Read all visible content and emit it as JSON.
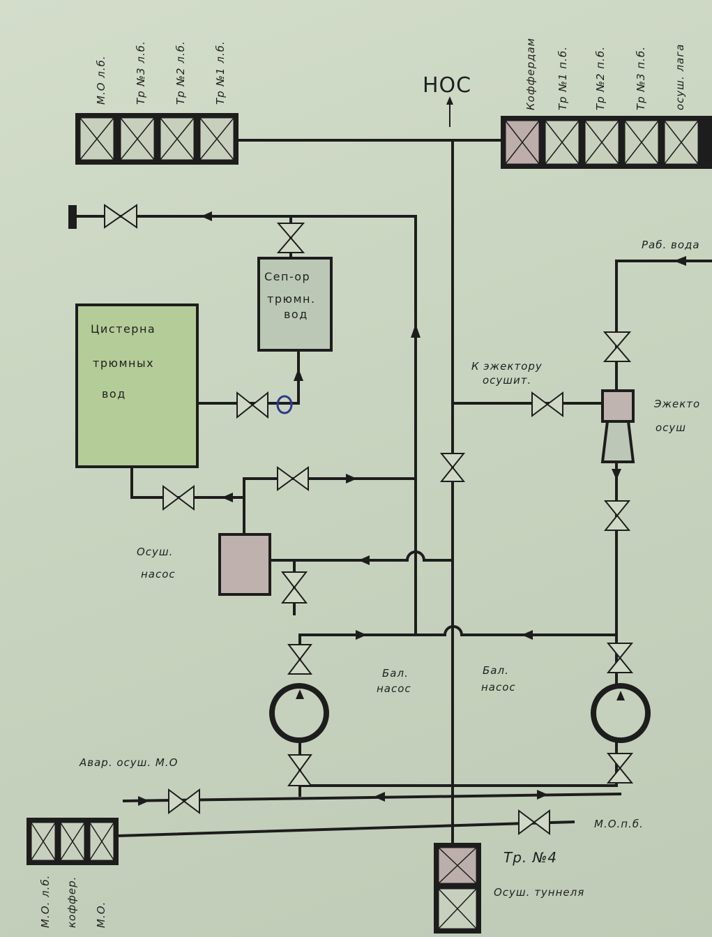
{
  "labels": {
    "bow": "НОС",
    "top_left_tanks": [
      "М.О л.б.",
      "Тр №3 л.б.",
      "Тр №2 л.б.",
      "Тр №1 л.б."
    ],
    "top_right_tanks": [
      "Коффердам",
      "Тр №1 п.б.",
      "Тр №2 п.б.",
      "Тр №3 п.б.",
      "осуш. лага"
    ],
    "bilge_tank": [
      "Цистерна",
      "трюмных",
      "вод"
    ],
    "separator": [
      "Сеп-ор",
      "трюмн.",
      "вод"
    ],
    "to_ejector": [
      "К эжектору",
      "осушит."
    ],
    "working_water": "Раб. вода",
    "ejector": [
      "Эжекто",
      "осуш"
    ],
    "drain_pump": [
      "Осуш.",
      "насос"
    ],
    "ballast_pump_left": [
      "Бал.",
      "насос"
    ],
    "ballast_pump_right": [
      "Бал.",
      "насос"
    ],
    "emergency_drain": "Авар. осуш. М.О",
    "engine_room_starboard": "М.О.п.б.",
    "tank_4": "Тр. №4",
    "tunnel_drain": "Осуш. туннеля",
    "bottom_left_tanks": [
      "М.О. л.б.",
      "коффер.",
      "М.О."
    ]
  }
}
